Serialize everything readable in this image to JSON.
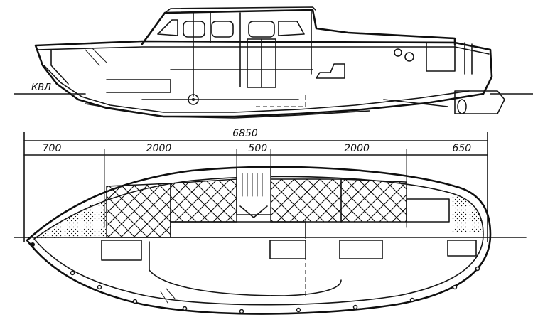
{
  "labels": {
    "waterline": "КВЛ",
    "overall_length": "6850"
  },
  "dimensions": [
    {
      "label": "700",
      "value": 700
    },
    {
      "label": "2000",
      "value": 2000
    },
    {
      "label": "500",
      "value": 500
    },
    {
      "label": "2000",
      "value": 2000
    },
    {
      "label": "650",
      "value": 650
    }
  ],
  "colors": {
    "ink": "#111111",
    "paper": "#ffffff"
  }
}
